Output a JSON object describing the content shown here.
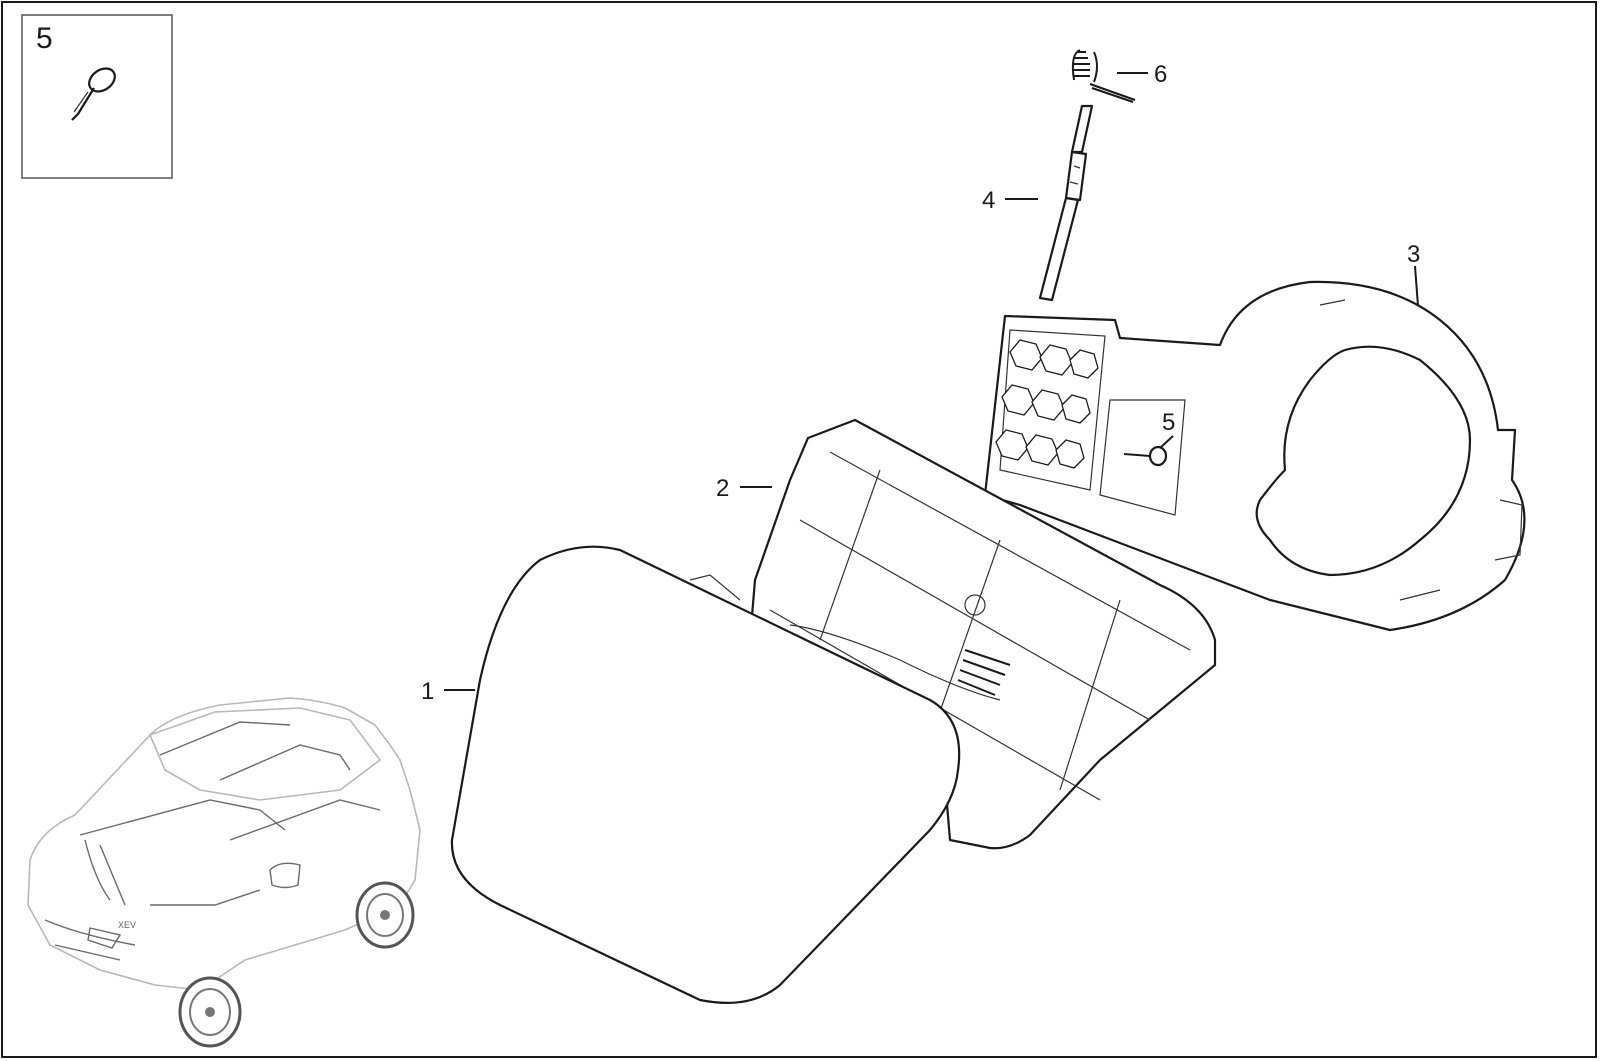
{
  "inset": {
    "number": "5",
    "icon": "valve-icon"
  },
  "callouts": {
    "c1": "1",
    "c2": "2",
    "c3": "3",
    "c4": "4",
    "c5": "5",
    "c6": "6"
  },
  "car_badge": "XEV",
  "colors": {
    "line": "#1a1a1a",
    "car_ghost": "#b8b8b8",
    "background": "#ffffff"
  }
}
